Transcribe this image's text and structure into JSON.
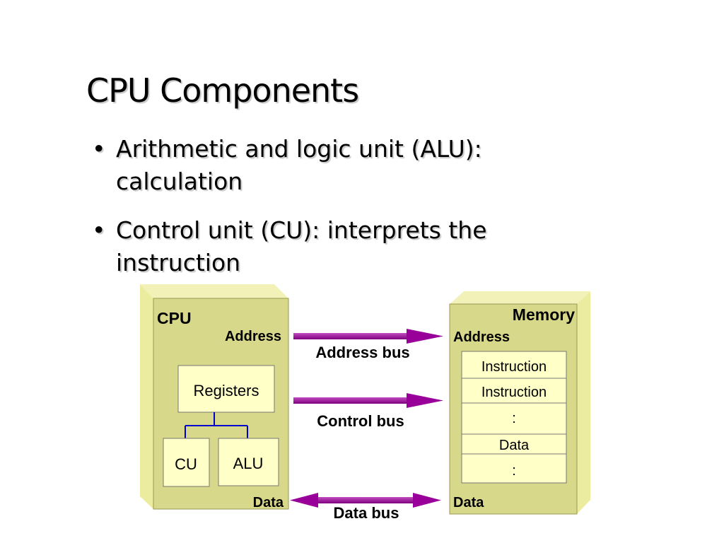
{
  "title": "CPU Components",
  "bullets": [
    {
      "text": "Arithmetic and logic unit (ALU): calculation"
    },
    {
      "text": "Control unit (CU): interprets the instruction"
    }
  ],
  "diagram": {
    "cpu": {
      "title": "CPU",
      "address_label": "Address",
      "data_label": "Data",
      "registers_label": "Registers",
      "cu_label": "CU",
      "alu_label": "ALU"
    },
    "memory": {
      "title": "Memory",
      "address_label": "Address",
      "data_label": "Data",
      "cells": [
        "Instruction",
        "Instruction",
        ":",
        "Data",
        ":"
      ]
    },
    "buses": {
      "address": "Address bus",
      "control": "Control bus",
      "data": "Data bus"
    },
    "colors": {
      "box_face": "#d8d88a",
      "box_side": "#ecec9e",
      "box_top": "#f2f2b8",
      "inner_box": "#ffffc8",
      "arrow": "#990099",
      "connector": "#0000cc"
    }
  }
}
